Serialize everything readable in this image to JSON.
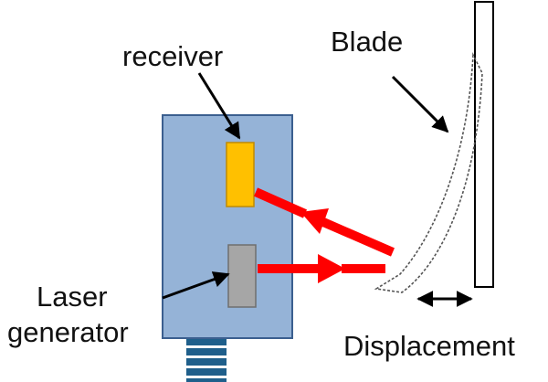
{
  "labels": {
    "blade": "Blade",
    "receiver": "receiver",
    "laser_line1": "Laser",
    "laser_line2": "generator",
    "displacement": "Displacement"
  },
  "colors": {
    "sensor_body": "#95B3D7",
    "sensor_border": "#3B5F8F",
    "receiver": "#FFC000",
    "generator": "#A6A6A6",
    "laser_beam": "#FF0000",
    "connector": "#1F5F8B",
    "blade_outline": "#000000"
  }
}
